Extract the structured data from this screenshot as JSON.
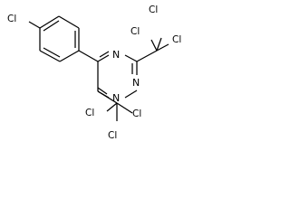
{
  "molecule": {
    "atoms": {
      "cl_aryl": "Cl",
      "n_upper": "N",
      "n_right": "N",
      "n_lower": "N",
      "cl_upper_top": "Cl",
      "cl_upper_left": "Cl",
      "cl_upper_right": "Cl",
      "cl_lower_left": "Cl",
      "cl_lower_right": "Cl",
      "cl_lower_bottom": "Cl"
    }
  },
  "colors": {
    "bond": "#000000",
    "label": "#000000",
    "background": "#ffffff"
  }
}
